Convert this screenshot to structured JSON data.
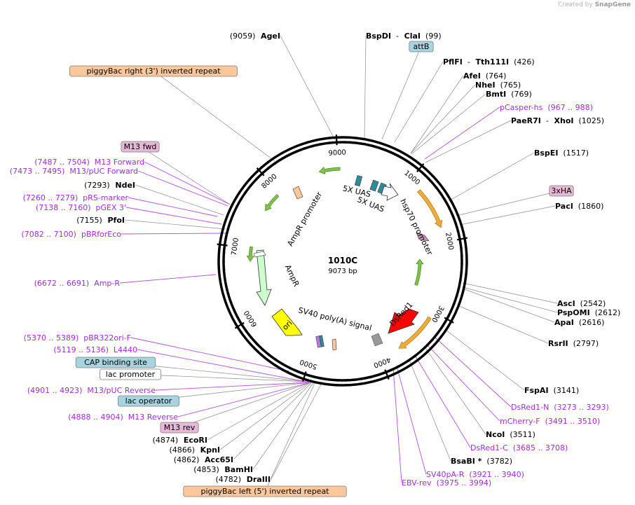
{
  "credit": {
    "prefix": "Created by",
    "brand": "SnapGene"
  },
  "plasmid": {
    "name": "1010C",
    "length": "9073 bp"
  },
  "ruler_ticks": [
    "1000",
    "2000",
    "3000",
    "4000",
    "5000",
    "6000",
    "7000",
    "8000",
    "9000"
  ],
  "colors": {
    "primer": "#9b30d6",
    "backbone": "#000000",
    "promoter": "#90d070",
    "orf": "#f0b040",
    "ori": "#ffff00",
    "dsred": "#ff0000",
    "ampr": "#ccffcc",
    "feature_orange": "#fcc79a",
    "feature_cyan": "#a8d4e0",
    "feature_pink": "#e6b8d6"
  },
  "feature_labels": {
    "uas": "5X UAS",
    "uas2": "5X UAS",
    "hsp70": "hsp70 promoter",
    "ampr_promoter": "AmpR promoter",
    "ampr": "AmpR",
    "ori": "ori",
    "sv40": "SV40 poly(A) signal",
    "dsred": "DsRed1"
  },
  "labels": [
    {
      "parts": [
        [
          "(9059)",
          "n"
        ],
        [
          "AgeI",
          "b"
        ]
      ]
    },
    {
      "parts": [
        [
          "BspDI",
          "b"
        ],
        [
          "-",
          "n"
        ],
        [
          "ClaI",
          "b"
        ],
        [
          "(99)",
          "n"
        ]
      ]
    },
    {
      "box": "attB",
      "fill": "#a8d4e0"
    },
    {
      "parts": [
        [
          "PflFI",
          "b"
        ],
        [
          "-",
          "n"
        ],
        [
          "Tth111I",
          "b"
        ],
        [
          "(426)",
          "n"
        ]
      ]
    },
    {
      "parts": [
        [
          "AfeI",
          "b"
        ],
        [
          "(764)",
          "n"
        ]
      ]
    },
    {
      "parts": [
        [
          "NheI",
          "b"
        ],
        [
          "(765)",
          "n"
        ]
      ]
    },
    {
      "parts": [
        [
          "BmtI",
          "b"
        ],
        [
          "(769)",
          "n"
        ]
      ]
    },
    {
      "parts": [
        [
          "pCasper-hs",
          "p"
        ],
        [
          "(967 .. 988)",
          "p"
        ]
      ]
    },
    {
      "parts": [
        [
          "PaeR7I",
          "b"
        ],
        [
          "-",
          "n"
        ],
        [
          "XhoI",
          "b"
        ],
        [
          "(1025)",
          "n"
        ]
      ]
    },
    {
      "parts": [
        [
          "BspEI",
          "b"
        ],
        [
          "(1517)",
          "n"
        ]
      ]
    },
    {
      "box": "3xHA",
      "fill": "#e6b8d6"
    },
    {
      "parts": [
        [
          "PacI",
          "b"
        ],
        [
          "(1860)",
          "n"
        ]
      ]
    },
    {
      "parts": [
        [
          "AscI",
          "b"
        ],
        [
          "(2542)",
          "n"
        ]
      ]
    },
    {
      "parts": [
        [
          "PspOMI",
          "b"
        ],
        [
          "(2612)",
          "n"
        ]
      ]
    },
    {
      "parts": [
        [
          "ApaI",
          "b"
        ],
        [
          "(2616)",
          "n"
        ]
      ]
    },
    {
      "parts": [
        [
          "RsrII",
          "b"
        ],
        [
          "(2797)",
          "n"
        ]
      ]
    },
    {
      "parts": [
        [
          "FspAI",
          "b"
        ],
        [
          "(3141)",
          "n"
        ]
      ]
    },
    {
      "parts": [
        [
          "DsRed1-N",
          "p"
        ],
        [
          "(3273 .. 3293)",
          "p"
        ]
      ]
    },
    {
      "parts": [
        [
          "mCherry-F",
          "p"
        ],
        [
          "(3491 .. 3510)",
          "p"
        ]
      ]
    },
    {
      "parts": [
        [
          "NcoI",
          "b"
        ],
        [
          "(3511)",
          "n"
        ]
      ]
    },
    {
      "parts": [
        [
          "DsRed1-C",
          "p"
        ],
        [
          "(3685 .. 3708)",
          "p"
        ]
      ]
    },
    {
      "parts": [
        [
          "BsaBI *",
          "b"
        ],
        [
          "(3782)",
          "n"
        ]
      ]
    },
    {
      "parts": [
        [
          "SV40pA-R",
          "p"
        ],
        [
          "(3921 .. 3940)",
          "p"
        ]
      ]
    },
    {
      "parts": [
        [
          "EBV-rev",
          "p"
        ],
        [
          "(3975 .. 3994)",
          "p"
        ]
      ]
    },
    {
      "box": "piggyBac left (5') inverted repeat",
      "fill": "#fcc79a"
    },
    {
      "parts": [
        [
          "(4782)",
          "n"
        ],
        [
          "DraIII",
          "b"
        ]
      ]
    },
    {
      "parts": [
        [
          "(4853)",
          "n"
        ],
        [
          "BamHI",
          "b"
        ]
      ]
    },
    {
      "parts": [
        [
          "(4862)",
          "n"
        ],
        [
          "Acc65I",
          "b"
        ]
      ]
    },
    {
      "parts": [
        [
          "(4866)",
          "n"
        ],
        [
          "KpnI",
          "b"
        ]
      ]
    },
    {
      "parts": [
        [
          "(4874)",
          "n"
        ],
        [
          "EcoRI",
          "b"
        ]
      ]
    },
    {
      "box": "M13 rev",
      "fill": "#e6b8d6"
    },
    {
      "parts": [
        [
          "(4888 .. 4904)",
          "p"
        ],
        [
          "M13 Reverse",
          "p"
        ]
      ]
    },
    {
      "box": "lac operator",
      "fill": "#a8d4e0"
    },
    {
      "parts": [
        [
          "(4901 .. 4923)",
          "p"
        ],
        [
          "M13/pUC Reverse",
          "p"
        ]
      ]
    },
    {
      "box": "lac promoter",
      "fill": "#ffffff"
    },
    {
      "box": "CAP binding site",
      "fill": "#a8d4e0"
    },
    {
      "parts": [
        [
          "(5119 .. 5136)",
          "p"
        ],
        [
          "L4440",
          "p"
        ]
      ]
    },
    {
      "parts": [
        [
          "(5370 .. 5389)",
          "p"
        ],
        [
          "pBR322ori-F",
          "p"
        ]
      ]
    },
    {
      "parts": [
        [
          "(6672 .. 6691)",
          "p"
        ],
        [
          "Amp-R",
          "p"
        ]
      ]
    },
    {
      "parts": [
        [
          "(7082 .. 7100)",
          "p"
        ],
        [
          "pBRforEco",
          "p"
        ]
      ]
    },
    {
      "parts": [
        [
          "(7155)",
          "n"
        ],
        [
          "PfoI",
          "b"
        ]
      ]
    },
    {
      "parts": [
        [
          "(7138 .. 7160)",
          "p"
        ],
        [
          "pGEX 3'",
          "p"
        ]
      ]
    },
    {
      "parts": [
        [
          "(7260 .. 7279)",
          "p"
        ],
        [
          "pRS-marker",
          "p"
        ]
      ]
    },
    {
      "parts": [
        [
          "(7293)",
          "n"
        ],
        [
          "NdeI",
          "b"
        ]
      ]
    },
    {
      "parts": [
        [
          "(7473 .. 7495)",
          "p"
        ],
        [
          "M13/pUC Forward",
          "p"
        ]
      ]
    },
    {
      "parts": [
        [
          "(7487 .. 7504)",
          "p"
        ],
        [
          "M13 Forward",
          "p"
        ]
      ]
    },
    {
      "box": "M13 fwd",
      "fill": "#e6b8d6"
    },
    {
      "box": "piggyBac right (3') inverted repeat",
      "fill": "#fcc79a"
    }
  ]
}
